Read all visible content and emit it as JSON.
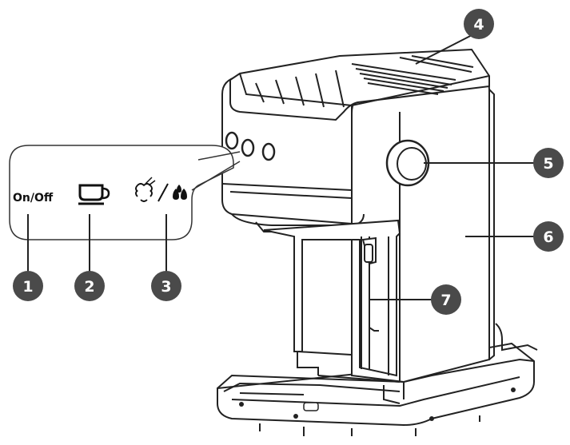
{
  "controls": {
    "on_off": "On/Off",
    "cup_icon": "cup-icon",
    "steam_water_icon": "steam-water-icon"
  },
  "callouts": [
    {
      "number": "1",
      "refers_to": "on-off-button"
    },
    {
      "number": "2",
      "refers_to": "espresso-button"
    },
    {
      "number": "3",
      "refers_to": "steam-hot-water-button"
    },
    {
      "number": "4",
      "refers_to": "cup-warming-plate"
    },
    {
      "number": "5",
      "refers_to": "steam-knob"
    },
    {
      "number": "6",
      "refers_to": "machine-body"
    },
    {
      "number": "7",
      "refers_to": "steam-wand"
    }
  ],
  "colors": {
    "callout_fill": "#4a4a4a",
    "line": "#222222",
    "panel_outline": "#333333"
  }
}
